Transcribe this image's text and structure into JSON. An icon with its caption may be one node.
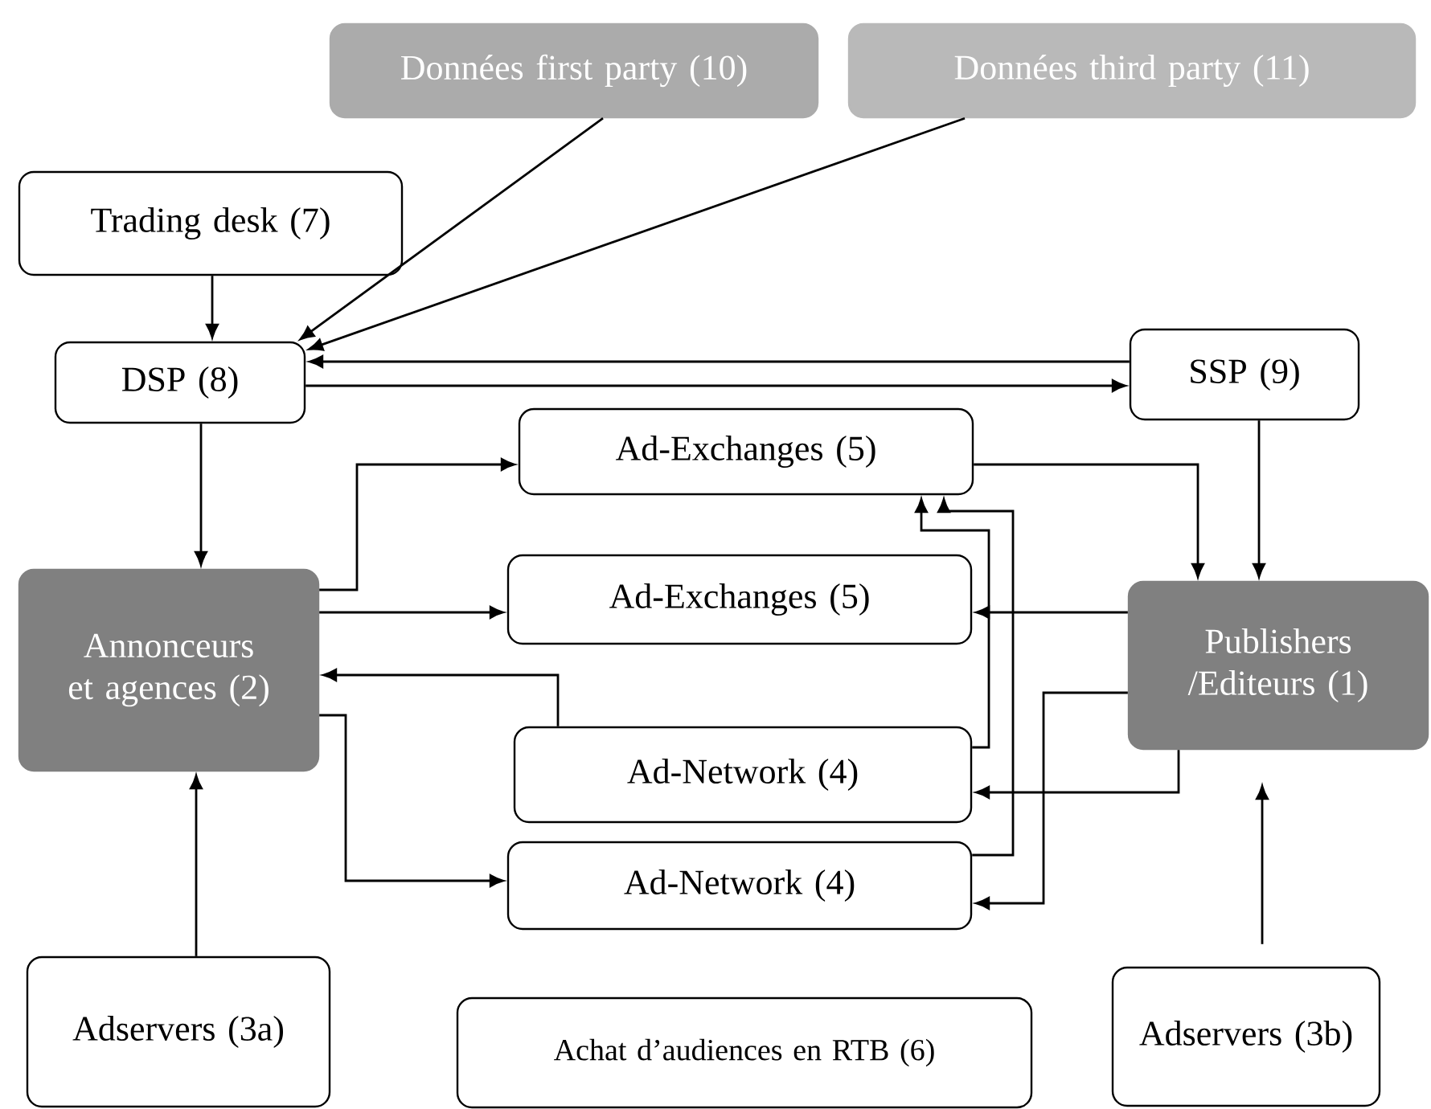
{
  "diagram": {
    "nodes": [
      {
        "text": [
          "Données first party (10)"
        ]
      },
      {
        "text": [
          "Données third party (11)"
        ]
      },
      {
        "text": [
          "Trading desk (7)"
        ]
      },
      {
        "text": [
          "DSP (8)"
        ]
      },
      {
        "text": [
          "SSP (9)"
        ]
      },
      {
        "text": [
          "Ad-Exchanges (5)"
        ]
      },
      {
        "text": [
          "Annonceurs et agences (2)"
        ]
      },
      {
        "text": [
          "Ad-Exchanges (5)"
        ]
      },
      {
        "text": [
          "Publishers /Editeurs (1)"
        ]
      },
      {
        "text": [
          "Ad-Network (4)"
        ]
      },
      {
        "text": [
          "Ad-Network (4)"
        ]
      },
      {
        "text": [
          "Adservers (3a)"
        ]
      },
      {
        "text": [
          "Achat d’audiences en RTB (6)"
        ]
      },
      {
        "text": [
          "Adservers (3b)"
        ]
      }
    ],
    "edges": [
      {
        "from": 0,
        "to": 3,
        "arrow": "to"
      },
      {
        "from": 1,
        "to": 3,
        "arrow": "to"
      },
      {
        "from": 2,
        "to": 3,
        "arrow": "to"
      },
      {
        "from": 4,
        "to": 3,
        "arrow": "to"
      },
      {
        "from": 3,
        "to": 4,
        "arrow": "to"
      },
      {
        "from": 3,
        "to": 6,
        "arrow": "to"
      },
      {
        "from": 5,
        "to": 8,
        "arrow": "to"
      },
      {
        "from": 4,
        "to": 8,
        "arrow": "to"
      },
      {
        "from": 6,
        "to": 5,
        "arrow": "to"
      },
      {
        "from": 6,
        "to": 7,
        "arrow": "to"
      },
      {
        "from": 9,
        "to": 6,
        "arrow": "to"
      },
      {
        "from": 6,
        "to": 10,
        "arrow": "to"
      },
      {
        "from": 8,
        "to": 7,
        "arrow": "to"
      },
      {
        "from": 8,
        "to": 9,
        "arrow": "to"
      },
      {
        "from": 8,
        "to": 10,
        "arrow": "to"
      },
      {
        "from": 9,
        "to": 5,
        "arrow": "to"
      },
      {
        "from": 10,
        "to": 5,
        "arrow": "to"
      },
      {
        "from": 11,
        "to": 6,
        "arrow": "to"
      },
      {
        "from": 13,
        "to": 8,
        "arrow": "to"
      }
    ]
  }
}
